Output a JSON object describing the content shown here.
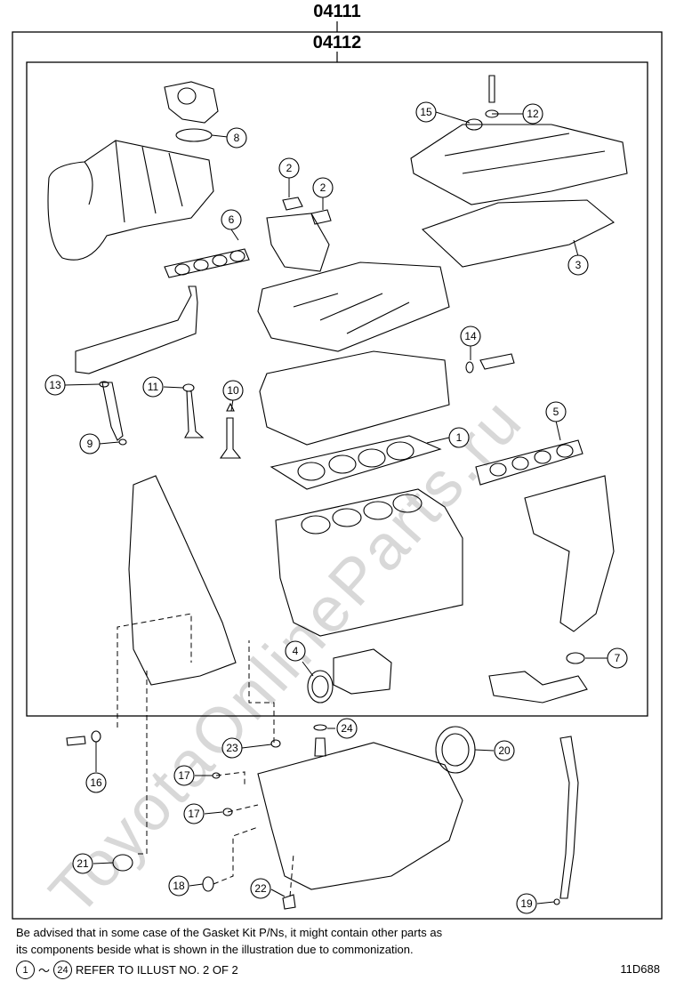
{
  "kits": {
    "outer_label": "04111",
    "inner_label": "04112"
  },
  "callouts": [
    "1",
    "2",
    "2",
    "3",
    "4",
    "5",
    "6",
    "7",
    "8",
    "9",
    "10",
    "11",
    "12",
    "13",
    "14",
    "15",
    "16",
    "17",
    "17",
    "18",
    "19",
    "20",
    "21",
    "22",
    "23",
    "24"
  ],
  "notes": {
    "line1": "Be advised that in some case of the Gasket Kit P/Ns,  it might contain other parts as",
    "line2": "its components beside what is shown in the illustration due to commonization.",
    "ref_from": "1",
    "ref_sep": "～",
    "ref_to": "24",
    "ref_text": "REFER TO ILLUST NO. 2 OF 2",
    "illustration_code": "11D688"
  },
  "watermark": "ToyotaOnlineParts.ru"
}
